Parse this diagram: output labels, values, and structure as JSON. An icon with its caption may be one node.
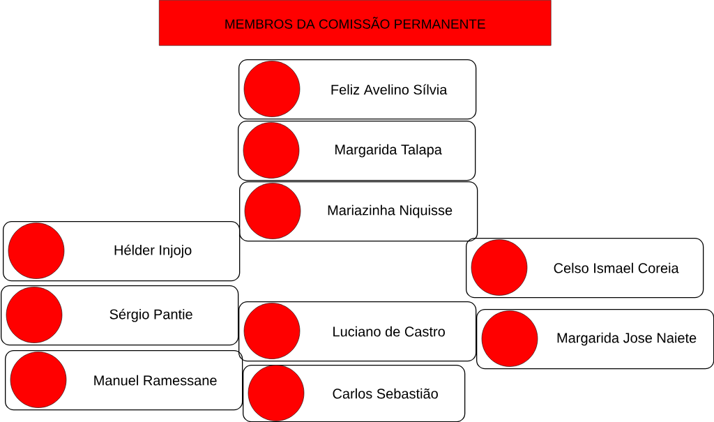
{
  "diagram": {
    "title": "MEMBROS DA COMISSÃO PERMANENTE",
    "nodes": [
      {
        "text": [
          "Feliz Avelino Sílvia"
        ]
      },
      {
        "text": [
          "Margarida Talapa"
        ]
      },
      {
        "text": [
          "Mariazinha Niquisse"
        ]
      },
      {
        "text": [
          "Hélder Injojo"
        ]
      },
      {
        "text": [
          "Celso Ismael Coreia"
        ]
      },
      {
        "text": [
          "Sérgio Pantie"
        ]
      },
      {
        "text": [
          "Luciano de Castro"
        ]
      },
      {
        "text": [
          "Margarida Jose Naiete"
        ]
      },
      {
        "text": [
          "Manuel Ramessane"
        ]
      },
      {
        "text": [
          "Carlos Sebastião"
        ]
      }
    ]
  }
}
